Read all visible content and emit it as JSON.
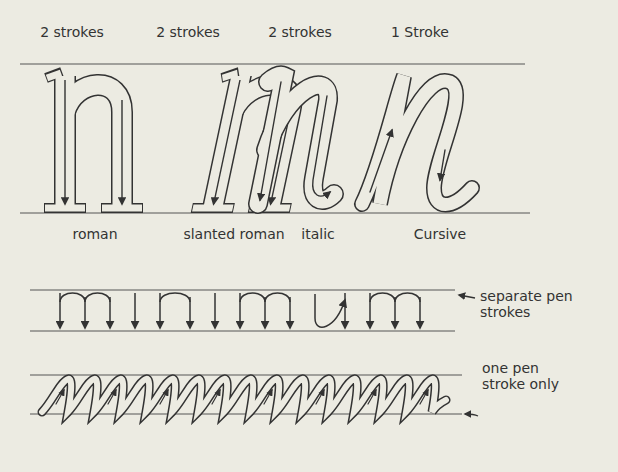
{
  "diagram": {
    "labels": [
      "2 strokes",
      "2 strokes",
      "2 strokes",
      "1 Stroke",
      "roman",
      "slanted roman",
      "italic",
      "Cursive",
      "separate pen strokes",
      "one pen stroke only"
    ]
  }
}
